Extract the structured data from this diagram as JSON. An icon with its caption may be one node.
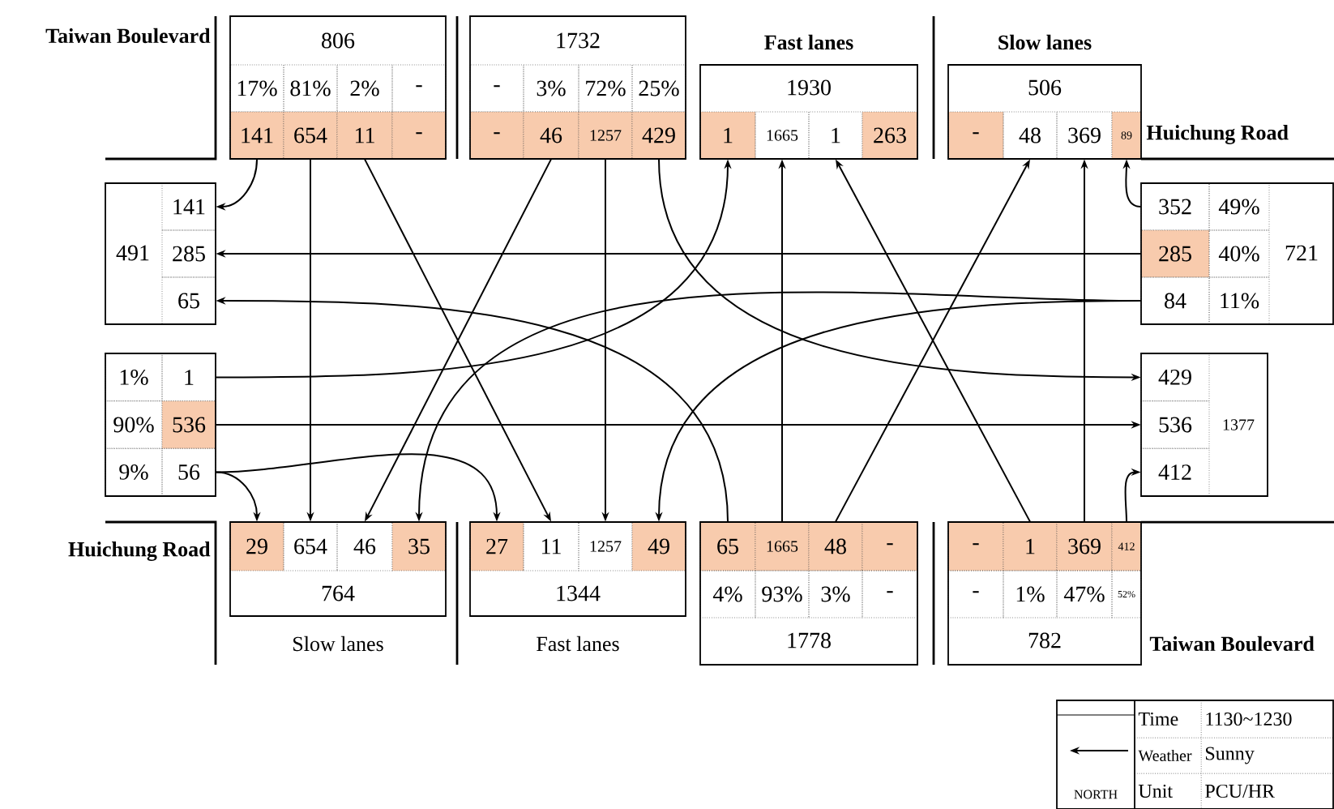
{
  "diagram": {
    "nodes": [
      {
        "text": [
          "806"
        ]
      },
      {
        "text": [
          "17%"
        ],
        "in": 0
      },
      {
        "text": [
          "81%"
        ],
        "in": 0
      },
      {
        "text": [
          "2%"
        ],
        "in": 0
      },
      {
        "text": [
          "-"
        ],
        "in": 0
      },
      {
        "text": [
          "141"
        ],
        "in": 0
      },
      {
        "text": [
          "654"
        ],
        "in": 0
      },
      {
        "text": [
          "11"
        ],
        "in": 0
      },
      {
        "text": [
          "-"
        ],
        "in": 0
      },
      {
        "text": [
          "1732"
        ]
      },
      {
        "text": [
          "-"
        ],
        "in": 9
      },
      {
        "text": [
          "3%"
        ],
        "in": 9
      },
      {
        "text": [
          "72%"
        ],
        "in": 9
      },
      {
        "text": [
          "25%"
        ],
        "in": 9
      },
      {
        "text": [
          "-"
        ],
        "in": 9
      },
      {
        "text": [
          "46"
        ],
        "in": 9
      },
      {
        "text": [
          "1257"
        ],
        "in": 9
      },
      {
        "text": [
          "429"
        ],
        "in": 9
      },
      {
        "text": [
          "1930"
        ],
        "beside": [
          "Fast lanes"
        ]
      },
      {
        "text": [
          "1"
        ],
        "in": 18
      },
      {
        "text": [
          "1665"
        ],
        "in": 18
      },
      {
        "text": [
          "1"
        ],
        "in": 18
      },
      {
        "text": [
          "263"
        ],
        "in": 18
      },
      {
        "text": [
          "506"
        ],
        "beside": [
          "Slow lanes"
        ]
      },
      {
        "text": [
          "-"
        ],
        "in": 23
      },
      {
        "text": [
          "48"
        ],
        "in": 23
      },
      {
        "text": [
          "369"
        ],
        "in": 23
      },
      {
        "text": [
          "89"
        ],
        "in": 23
      },
      {
        "text": [
          "491"
        ]
      },
      {
        "text": [
          "141"
        ],
        "in": 28
      },
      {
        "text": [
          "285"
        ],
        "in": 28
      },
      {
        "text": [
          "65"
        ],
        "in": 28
      },
      {
        "text": [],
        "shape": "box"
      },
      {
        "text": [
          "1%"
        ],
        "in": 32
      },
      {
        "text": [
          "1"
        ],
        "in": 32
      },
      {
        "text": [
          "90%"
        ],
        "in": 32
      },
      {
        "text": [
          "536"
        ],
        "in": 32
      },
      {
        "text": [
          "9%"
        ],
        "in": 32
      },
      {
        "text": [
          "56"
        ],
        "in": 32
      },
      {
        "text": [
          "721"
        ]
      },
      {
        "text": [
          "352"
        ],
        "in": 39
      },
      {
        "text": [
          "49%"
        ],
        "in": 39
      },
      {
        "text": [
          "285"
        ],
        "in": 39
      },
      {
        "text": [
          "40%"
        ],
        "in": 39
      },
      {
        "text": [
          "84"
        ],
        "in": 39
      },
      {
        "text": [
          "11%"
        ],
        "in": 39
      },
      {
        "text": [
          "1377"
        ]
      },
      {
        "text": [
          "429"
        ],
        "in": 46
      },
      {
        "text": [
          "536"
        ],
        "in": 46
      },
      {
        "text": [
          "412"
        ],
        "in": 46
      },
      {
        "text": [
          "764"
        ],
        "beside": [
          "Slow lanes"
        ]
      },
      {
        "text": [
          "29"
        ],
        "in": 50
      },
      {
        "text": [
          "654"
        ],
        "in": 50
      },
      {
        "text": [
          "46"
        ],
        "in": 50
      },
      {
        "text": [
          "35"
        ],
        "in": 50
      },
      {
        "text": [
          "1344"
        ],
        "beside": [
          "Fast lanes"
        ]
      },
      {
        "text": [
          "27"
        ],
        "in": 55
      },
      {
        "text": [
          "11"
        ],
        "in": 55
      },
      {
        "text": [
          "1257"
        ],
        "in": 55
      },
      {
        "text": [
          "49"
        ],
        "in": 55
      },
      {
        "text": [
          "1778"
        ]
      },
      {
        "text": [
          "65"
        ],
        "in": 60
      },
      {
        "text": [
          "1665"
        ],
        "in": 60
      },
      {
        "text": [
          "48"
        ],
        "in": 60
      },
      {
        "text": [
          "-"
        ],
        "in": 60
      },
      {
        "text": [
          "4%"
        ],
        "in": 60
      },
      {
        "text": [
          "93%"
        ],
        "in": 60
      },
      {
        "text": [
          "3%"
        ],
        "in": 60
      },
      {
        "text": [
          "-"
        ],
        "in": 60
      },
      {
        "text": [
          "782"
        ]
      },
      {
        "text": [
          "-"
        ],
        "in": 69
      },
      {
        "text": [
          "1"
        ],
        "in": 69
      },
      {
        "text": [
          "369"
        ],
        "in": 69
      },
      {
        "text": [
          "412"
        ],
        "in": 69
      },
      {
        "text": [
          "-"
        ],
        "in": 69
      },
      {
        "text": [
          "1%"
        ],
        "in": 69
      },
      {
        "text": [
          "47%"
        ],
        "in": 69
      },
      {
        "text": [
          "52%"
        ],
        "in": 69
      }
    ],
    "edges": [
      {
        "from": 5,
        "to": 29,
        "arrow": "to"
      },
      {
        "from": 6,
        "to": 52,
        "arrow": "to"
      },
      {
        "from": 7,
        "to": 57,
        "arrow": "to"
      },
      {
        "from": 15,
        "to": 53,
        "arrow": "to"
      },
      {
        "from": 16,
        "to": 58,
        "arrow": "to"
      },
      {
        "from": 17,
        "to": 47,
        "arrow": "to"
      },
      {
        "from": 61,
        "to": 31,
        "arrow": "to"
      },
      {
        "from": 62,
        "to": 20,
        "arrow": "to"
      },
      {
        "from": 63,
        "to": 25,
        "arrow": "to"
      },
      {
        "from": 71,
        "to": 21,
        "arrow": "to"
      },
      {
        "from": 72,
        "to": 26,
        "arrow": "to"
      },
      {
        "from": 73,
        "to": 49,
        "arrow": "to"
      },
      {
        "from": 40,
        "to": 27,
        "arrow": "to"
      },
      {
        "from": 42,
        "to": 30,
        "arrow": "to"
      },
      {
        "from": 44,
        "to": 59,
        "arrow": "to"
      },
      {
        "from": 44,
        "to": 54,
        "arrow": "to"
      },
      {
        "from": 34,
        "to": 19,
        "arrow": "to"
      },
      {
        "from": 36,
        "to": 48,
        "arrow": "to"
      },
      {
        "from": 38,
        "to": 51,
        "arrow": "to"
      },
      {
        "from": 38,
        "to": 56,
        "arrow": "to"
      }
    ],
    "labels": [
      "Taiwan Boulevard",
      "Huichung Road",
      "Huichung Road",
      "Taiwan Boulevard",
      "NORTH",
      "Time",
      "1130~1230",
      "Weather",
      "Sunny",
      "Unit",
      "PCU/HR"
    ]
  }
}
